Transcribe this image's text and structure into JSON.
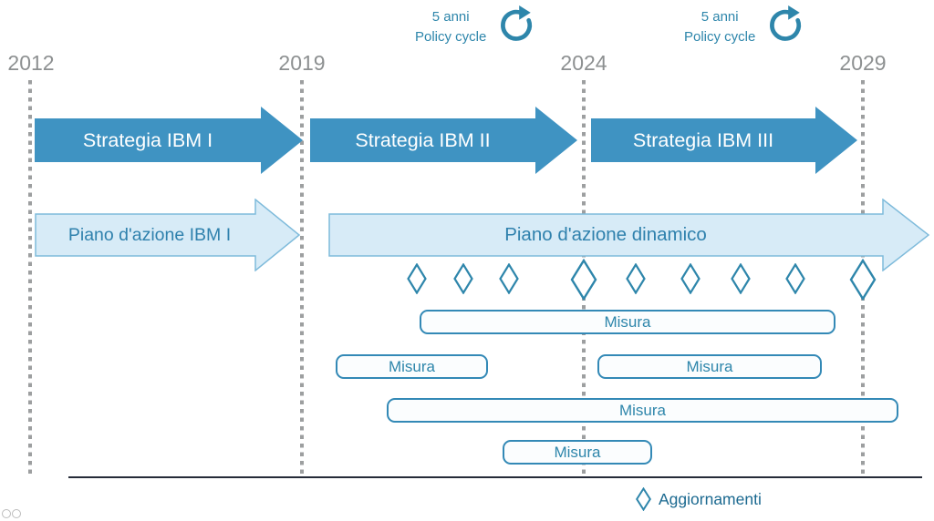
{
  "timeline": {
    "years": [
      {
        "label": "2012"
      },
      {
        "label": "2019"
      },
      {
        "label": "2024"
      },
      {
        "label": "2029"
      }
    ]
  },
  "policy_cycle": {
    "duration": "5 anni",
    "label": "Policy cycle"
  },
  "strategies": [
    {
      "label": "Strategia IBM I"
    },
    {
      "label": "Strategia IBM II"
    },
    {
      "label": "Strategia IBM III"
    }
  ],
  "action_plans": [
    {
      "label": "Piano d'azione IBM I"
    },
    {
      "label": "Piano d'azione dinamico"
    }
  ],
  "measures": [
    {
      "label": "Misura"
    },
    {
      "label": "Misura"
    },
    {
      "label": "Misura"
    },
    {
      "label": "Misura"
    },
    {
      "label": "Misura"
    }
  ],
  "legend": {
    "label": "Aggiornamenti"
  },
  "colors": {
    "strategy_fill": "#3f93c2",
    "action_fill": "#d7ebf7",
    "action_stroke": "#7fbbdb",
    "accent_blue": "#2e86ab",
    "year_gray": "#8d9091"
  }
}
